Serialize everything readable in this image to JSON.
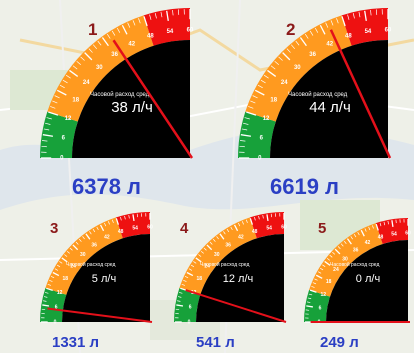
{
  "theme": {
    "green": "#17a13a",
    "orange": "#ff9a1f",
    "red": "#ee1111",
    "needle": "#e3101a",
    "face": "#000000",
    "total_text": "#2b3fc4",
    "number_text": "#8b1a1a"
  },
  "gauges": [
    {
      "number": "1",
      "label": "Часовой расход сред",
      "value_text": "38 л/ч",
      "total": "6378 л",
      "value": 38,
      "scale_max": 60,
      "ticks": [
        "0",
        "6",
        "12",
        "18",
        "24",
        "30",
        "36",
        "42",
        "48",
        "54",
        "60"
      ]
    },
    {
      "number": "2",
      "label": "Часовой расход сред",
      "value_text": "44 л/ч",
      "total": "6619 л",
      "value": 44,
      "scale_max": 60,
      "ticks": [
        "0",
        "6",
        "12",
        "18",
        "24",
        "30",
        "36",
        "42",
        "48",
        "54",
        "60"
      ]
    },
    {
      "number": "3",
      "label": "Часовой расход сред",
      "value_text": "5 л/ч",
      "total": "1331 л",
      "value": 5,
      "scale_max": 60,
      "ticks": [
        "0",
        "6",
        "12",
        "18",
        "24",
        "30",
        "36",
        "42",
        "48",
        "54",
        "60"
      ]
    },
    {
      "number": "4",
      "label": "Часовой расход сред",
      "value_text": "12 л/ч",
      "total": "541 л",
      "value": 12,
      "scale_max": 60,
      "ticks": [
        "0",
        "6",
        "12",
        "18",
        "24",
        "30",
        "36",
        "42",
        "48",
        "54",
        "60"
      ]
    },
    {
      "number": "5",
      "label": "Часовой расход сред",
      "value_text": "0 л/ч",
      "total": "249 л",
      "value": 0,
      "scale_max": 60,
      "ticks": [
        "0",
        "6",
        "12",
        "18",
        "24",
        "30",
        "36",
        "42",
        "48",
        "54",
        "60"
      ]
    }
  ]
}
